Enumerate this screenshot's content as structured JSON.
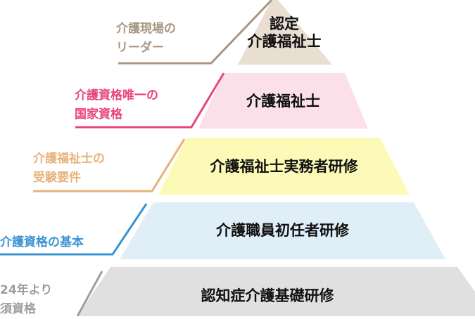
{
  "colors": {
    "level1": "#e8ded2",
    "level2": "#fbe0ea",
    "level3": "#fdfab8",
    "level4": "#e0eef8",
    "level5": "#e0e0e0",
    "annotation1": "#a89684",
    "annotation2": "#e8457f",
    "annotation3": "#e8b27a",
    "annotation4": "#3b93d3",
    "annotation5": "#9e9e9e"
  },
  "levels": [
    {
      "line1": "認定",
      "line2": "介護福祉士"
    },
    {
      "label": "介護福祉士"
    },
    {
      "label": "介護福祉士実務者研修"
    },
    {
      "label": "介護職員初任者研修"
    },
    {
      "label": "認知症介護基礎研修"
    }
  ],
  "annotations": [
    {
      "line1": "介護現場の",
      "line2": "リーダー"
    },
    {
      "line1": "介護資格唯一の",
      "line2": "国家資格"
    },
    {
      "line1": "介護福祉士の",
      "line2": "受験要件"
    },
    {
      "line1": "介護資格の基本"
    },
    {
      "line1": "24年より",
      "line2": "須資格"
    }
  ]
}
